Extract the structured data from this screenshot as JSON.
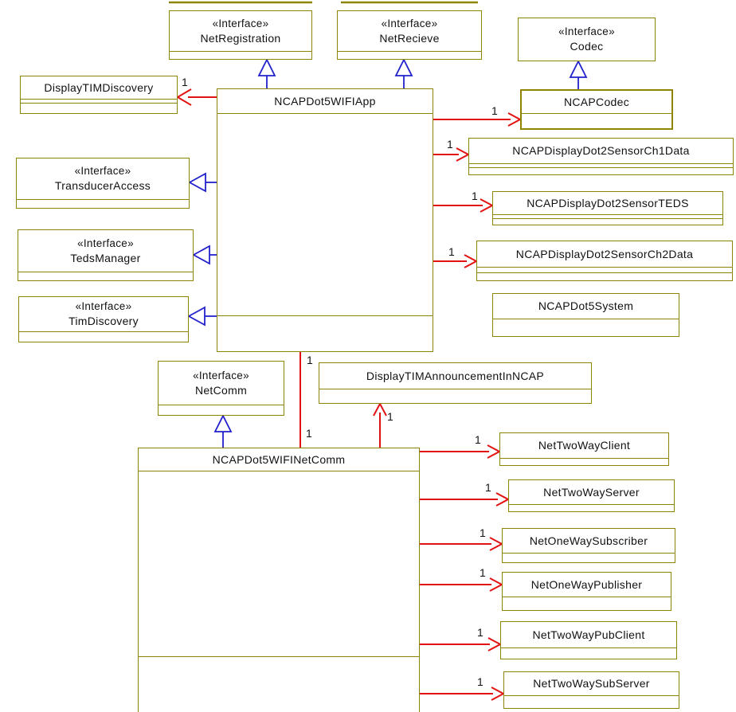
{
  "boxes": {
    "net_registration": {
      "stereotype": "«Interface»",
      "name": "NetRegistration"
    },
    "net_recieve": {
      "stereotype": "«Interface»",
      "name": "NetRecieve"
    },
    "codec": {
      "stereotype": "«Interface»",
      "name": "Codec"
    },
    "display_tim_discovery": {
      "name": "DisplayTIMDiscovery"
    },
    "ncap_dot5_wifi_app": {
      "name": "NCAPDot5WIFIApp"
    },
    "ncap_codec": {
      "name": "NCAPCodec"
    },
    "ncap_display_dot2_sensor_ch1_data": {
      "name": "NCAPDisplayDot2SensorCh1Data"
    },
    "ncap_display_dot2_sensor_teds": {
      "name": "NCAPDisplayDot2SensorTEDS"
    },
    "ncap_display_dot2_sensor_ch2_data": {
      "name": "NCAPDisplayDot2SensorCh2Data"
    },
    "ncap_dot5_system": {
      "name": "NCAPDot5System"
    },
    "transducer_access": {
      "stereotype": "«Interface»",
      "name": "TransducerAccess"
    },
    "teds_manager": {
      "stereotype": "«Interface»",
      "name": "TedsManager"
    },
    "tim_discovery": {
      "stereotype": "«Interface»",
      "name": "TimDiscovery"
    },
    "net_comm": {
      "stereotype": "«Interface»",
      "name": "NetComm"
    },
    "display_tim_announcement_in_ncap": {
      "name": "DisplayTIMAnnouncementInNCAP"
    },
    "ncap_dot5_wifi_net_comm": {
      "name": "NCAPDot5WIFINetComm"
    },
    "net_two_way_client": {
      "name": "NetTwoWayClient"
    },
    "net_two_way_server": {
      "name": "NetTwoWayServer"
    },
    "net_one_way_subscriber": {
      "name": "NetOneWaySubscriber"
    },
    "net_one_way_publisher": {
      "name": "NetOneWayPublisher"
    },
    "net_two_way_pub_client": {
      "name": "NetTwoWayPubClient"
    },
    "net_two_way_sub_server": {
      "name": "NetTwoWaySubServer"
    }
  },
  "multiplicities": {
    "app_to_display_tim_discovery": "1",
    "app_to_ncap_codec": "1",
    "app_to_ch1_data": "1",
    "app_to_teds": "1",
    "app_to_ch2_data": "1",
    "app_to_net_comm_top": "1",
    "app_to_net_comm_bottom": "1",
    "net_comm_to_announcement": "1",
    "net_comm_to_two_way_client": "1",
    "net_comm_to_two_way_server": "1",
    "net_comm_to_one_way_subscriber": "1",
    "net_comm_to_one_way_publisher": "1",
    "net_comm_to_two_way_pub_client": "1",
    "net_comm_to_two_way_sub_server": "1"
  },
  "colors": {
    "box_border": "#8d8500",
    "association": "#e31212",
    "realization": "#2222cc",
    "text": "#111111",
    "background": "#ffffff"
  }
}
